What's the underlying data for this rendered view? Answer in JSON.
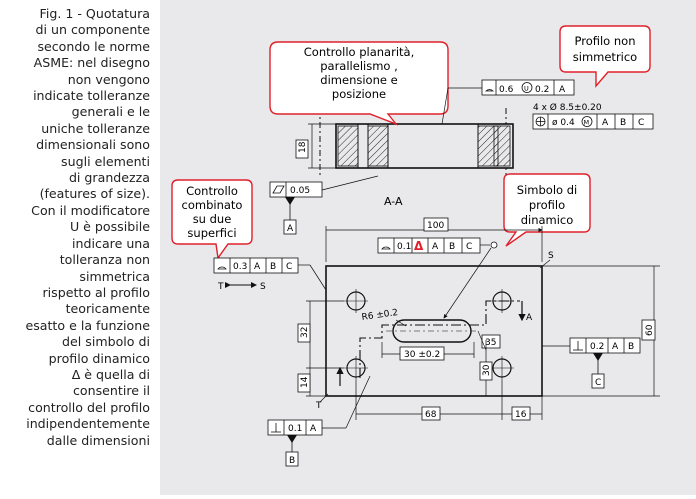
{
  "caption": {
    "lines": [
      "Fig. 1 - Quotatura",
      "di un componente",
      "secondo le norme",
      "ASME: nel disegno",
      "non vengono",
      "indicate tolleranze",
      "generali e le",
      "uniche tolleranze",
      "dimensionali sono",
      "sugli elementi",
      "di grandezza",
      "(features of size).",
      "Con il modificatore",
      "U è possibile",
      "indicare una",
      "tolleranza non",
      "simmetrica",
      "rispetto al profilo",
      "teoricamente",
      "esatto e la funzione",
      "del simbolo di",
      "profilo dinamico",
      "Δ è quella di",
      "consentire  il",
      "controllo del profilo",
      "indipendentemente",
      "dalle dimensioni"
    ]
  },
  "callouts": {
    "planarity": [
      "Controllo planarità,",
      "parallelismo ,",
      "dimensione e",
      "posizione"
    ],
    "nonsym": [
      "Profilo non",
      "simmetrico"
    ],
    "combined": [
      "Controllo",
      "combinato",
      "su due",
      "superfici"
    ],
    "dynamic": [
      "Simbolo di",
      "profilo",
      "dinamico"
    ]
  },
  "section_label": "A-A",
  "fcf": {
    "top_profile": {
      "tol": "0.6",
      "mod": "U",
      "tol2": "0.2",
      "datum": "A"
    },
    "holes_note": "4 x Ø 8.5±0.20",
    "holes_position": {
      "tol": "ø 0.4",
      "mod": "M",
      "d1": "A",
      "d2": "B",
      "d3": "C"
    },
    "flatness": {
      "tol": "0.05"
    },
    "combined_profile": {
      "tol": "0.3",
      "d1": "A",
      "d2": "B",
      "d3": "C"
    },
    "dynamic_profile": {
      "tol": "0.1",
      "sym": "Δ",
      "d1": "A",
      "d2": "B",
      "d3": "C"
    },
    "perp_right": {
      "tol": "0.2",
      "d1": "A",
      "d2": "B"
    },
    "perp_bottom": {
      "tol": "0.1",
      "d1": "A"
    }
  },
  "datums": {
    "a_top": "A",
    "a_right": "A",
    "b": "B",
    "c": "C"
  },
  "between": {
    "from": "T",
    "to": "S"
  },
  "labels": {
    "s": "S",
    "t": "T"
  },
  "dims": {
    "d18": "18",
    "d100": "100",
    "d60": "60",
    "d32": "32",
    "d14": "14",
    "d30a": "30 ±0.2",
    "d35": "35",
    "d30b": "30",
    "d68": "68",
    "d16": "16",
    "r6": "R6 ±0.2"
  },
  "colors": {
    "accent": "#e0202a",
    "line": "#111111",
    "callout_fill": "#ffffff",
    "drawing_bg": "#e9e9eb"
  }
}
